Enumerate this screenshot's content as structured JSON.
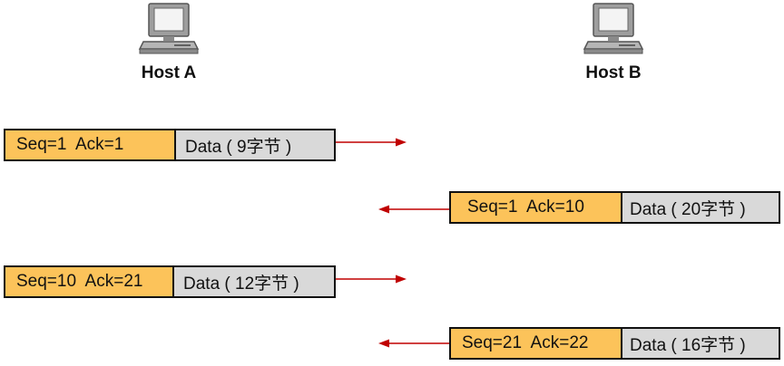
{
  "hosts": {
    "a": {
      "label": "Host A",
      "icon": "computer-icon"
    },
    "b": {
      "label": "Host B",
      "icon": "computer-icon"
    }
  },
  "packets": [
    {
      "seq_ack": "Seq=1  Ack=1",
      "data": "Data ( 9字节 )",
      "direction": "A-to-B"
    },
    {
      "seq_ack": "Seq=1  Ack=10",
      "data": "Data ( 20字节 )",
      "direction": "B-to-A"
    },
    {
      "seq_ack": "Seq=10  Ack=21",
      "data": "Data ( 12字节 )",
      "direction": "A-to-B"
    },
    {
      "seq_ack": "Seq=21  Ack=22",
      "data": "Data ( 16字节 )",
      "direction": "B-to-A"
    }
  ],
  "colors": {
    "seq_fill": "#fcc35a",
    "data_fill": "#d9d9d9",
    "arrow": "#c00000"
  }
}
